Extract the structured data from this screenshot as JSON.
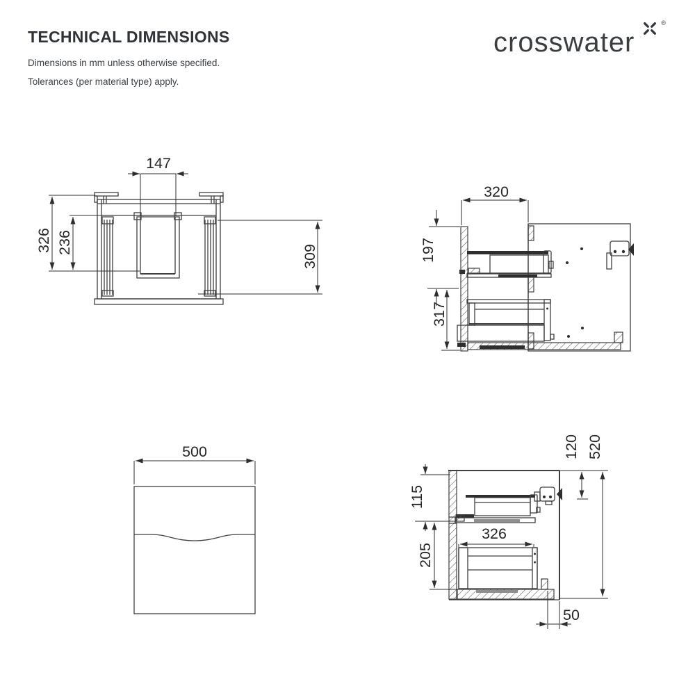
{
  "header": {
    "title": "TECHNICAL DIMENSIONS",
    "subtitle_line1": "Dimensions in mm unless otherwise specified.",
    "subtitle_line2": "Tolerances (per material type) apply.",
    "brand": "crosswater",
    "registered": "®"
  },
  "colors": {
    "drawing_line": "#3f3f3f",
    "dimension_line": "#2e2e2e",
    "heading_text": "#2f3338"
  },
  "drawings": {
    "plan_view": {
      "dims": {
        "cutout_width": "147",
        "overall_depth": "326",
        "internal_depth": "236",
        "side_depth": "309"
      }
    },
    "upper_side_section": {
      "dims": {
        "drawer_depth": "320",
        "top_zone_height": "197",
        "bottom_zone_height": "317"
      }
    },
    "front_view": {
      "dims": {
        "overall_width": "500"
      }
    },
    "lower_side_section": {
      "dims": {
        "top_drawer_front": "115",
        "bottom_drawer_front": "205",
        "drawer_box_depth": "326",
        "bracket_drop": "120",
        "overall_height": "520",
        "rear_gap": "50"
      }
    }
  }
}
